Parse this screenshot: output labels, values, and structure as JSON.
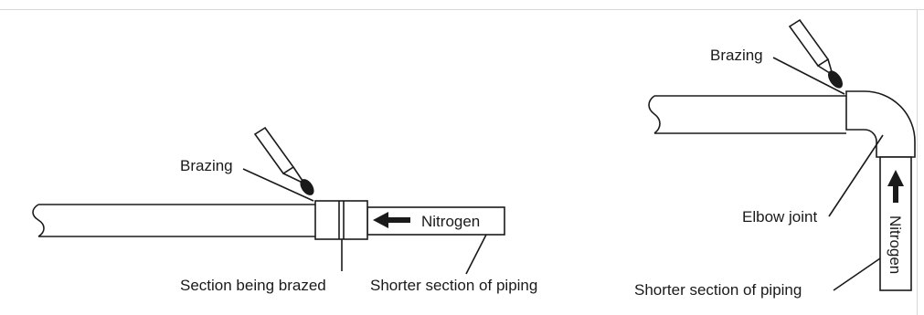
{
  "left_diagram": {
    "brazing_label": "Brazing",
    "nitrogen_label": "Nitrogen",
    "section_label": "Section being brazed",
    "shorter_label": "Shorter section of piping",
    "nitrogen_arrow_direction": "left"
  },
  "right_diagram": {
    "brazing_label": "Brazing",
    "elbow_label": "Elbow joint",
    "nitrogen_label": "Nitrogen",
    "shorter_label": "Shorter section of piping",
    "nitrogen_arrow_direction": "up"
  },
  "colors": {
    "line": "#1a1a1a",
    "border": "#d8d8d8",
    "background": "#ffffff"
  }
}
